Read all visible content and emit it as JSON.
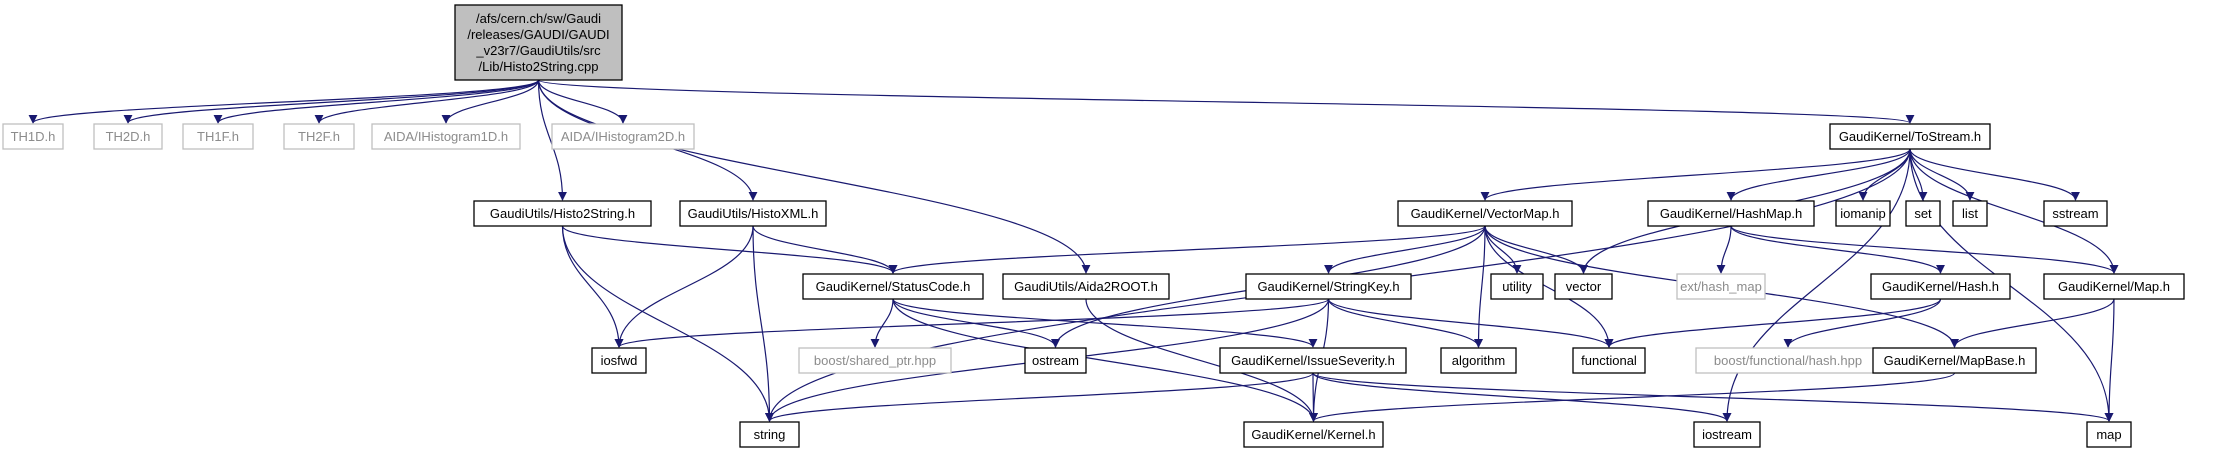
{
  "colors": {
    "edge": "#191970",
    "node_border": "#000000",
    "external_border": "#bfbfbf",
    "external_text": "#8c8c8c",
    "root_fill": "#bfbfbf",
    "text": "#000000"
  },
  "nodes": [
    {
      "id": "root",
      "lines": [
        "/afs/cern.ch/sw/Gaudi",
        "/releases/GAUDI/GAUDI",
        "_v23r7/GaudiUtils/src",
        "/Lib/Histo2String.cpp"
      ],
      "style": "root"
    },
    {
      "id": "th1d",
      "lines": [
        "TH1D.h"
      ],
      "style": "external"
    },
    {
      "id": "th2d",
      "lines": [
        "TH2D.h"
      ],
      "style": "external"
    },
    {
      "id": "th1f",
      "lines": [
        "TH1F.h"
      ],
      "style": "external"
    },
    {
      "id": "th2f",
      "lines": [
        "TH2F.h"
      ],
      "style": "external"
    },
    {
      "id": "aida1d",
      "lines": [
        "AIDA/IHistogram1D.h"
      ],
      "style": "external"
    },
    {
      "id": "aida2d",
      "lines": [
        "AIDA/IHistogram2D.h"
      ],
      "style": "external"
    },
    {
      "id": "tostream",
      "lines": [
        "GaudiKernel/ToStream.h"
      ],
      "style": "normal"
    },
    {
      "id": "histo2string",
      "lines": [
        "GaudiUtils/Histo2String.h"
      ],
      "style": "normal"
    },
    {
      "id": "histoxml",
      "lines": [
        "GaudiUtils/HistoXML.h"
      ],
      "style": "normal"
    },
    {
      "id": "vectormap",
      "lines": [
        "GaudiKernel/VectorMap.h"
      ],
      "style": "normal"
    },
    {
      "id": "hashmap",
      "lines": [
        "GaudiKernel/HashMap.h"
      ],
      "style": "normal"
    },
    {
      "id": "iomanip",
      "lines": [
        "iomanip"
      ],
      "style": "normal"
    },
    {
      "id": "set",
      "lines": [
        "set"
      ],
      "style": "normal"
    },
    {
      "id": "list",
      "lines": [
        "list"
      ],
      "style": "normal"
    },
    {
      "id": "sstream",
      "lines": [
        "sstream"
      ],
      "style": "normal"
    },
    {
      "id": "statuscode",
      "lines": [
        "GaudiKernel/StatusCode.h"
      ],
      "style": "normal"
    },
    {
      "id": "aida2root",
      "lines": [
        "GaudiUtils/Aida2ROOT.h"
      ],
      "style": "normal"
    },
    {
      "id": "stringkey",
      "lines": [
        "GaudiKernel/StringKey.h"
      ],
      "style": "normal"
    },
    {
      "id": "utility",
      "lines": [
        "utility"
      ],
      "style": "normal"
    },
    {
      "id": "vector",
      "lines": [
        "vector"
      ],
      "style": "normal"
    },
    {
      "id": "exthashmap",
      "lines": [
        "ext/hash_map"
      ],
      "style": "external"
    },
    {
      "id": "hash",
      "lines": [
        "GaudiKernel/Hash.h"
      ],
      "style": "normal"
    },
    {
      "id": "map",
      "lines": [
        "GaudiKernel/Map.h"
      ],
      "style": "normal"
    },
    {
      "id": "iosfwd",
      "lines": [
        "iosfwd"
      ],
      "style": "normal"
    },
    {
      "id": "sharedptr",
      "lines": [
        "boost/shared_ptr.hpp"
      ],
      "style": "external"
    },
    {
      "id": "ostream",
      "lines": [
        "ostream"
      ],
      "style": "normal"
    },
    {
      "id": "issueseverity",
      "lines": [
        "GaudiKernel/IssueSeverity.h"
      ],
      "style": "normal"
    },
    {
      "id": "algorithm",
      "lines": [
        "algorithm"
      ],
      "style": "normal"
    },
    {
      "id": "functional",
      "lines": [
        "functional"
      ],
      "style": "normal"
    },
    {
      "id": "boosthash",
      "lines": [
        "boost/functional/hash.hpp"
      ],
      "style": "external"
    },
    {
      "id": "mapbase",
      "lines": [
        "GaudiKernel/MapBase.h"
      ],
      "style": "normal"
    },
    {
      "id": "string",
      "lines": [
        "string"
      ],
      "style": "normal"
    },
    {
      "id": "kernel",
      "lines": [
        "GaudiKernel/Kernel.h"
      ],
      "style": "normal"
    },
    {
      "id": "iostream",
      "lines": [
        "iostream"
      ],
      "style": "normal"
    },
    {
      "id": "mapstd",
      "lines": [
        "map"
      ],
      "style": "normal"
    }
  ],
  "edges": [
    [
      "root",
      "th1d"
    ],
    [
      "root",
      "th2d"
    ],
    [
      "root",
      "th1f"
    ],
    [
      "root",
      "th2f"
    ],
    [
      "root",
      "aida1d"
    ],
    [
      "root",
      "aida2d"
    ],
    [
      "root",
      "tostream"
    ],
    [
      "root",
      "histo2string"
    ],
    [
      "root",
      "histoxml"
    ],
    [
      "root",
      "aida2root"
    ],
    [
      "tostream",
      "string"
    ],
    [
      "tostream",
      "vectormap"
    ],
    [
      "tostream",
      "vector"
    ],
    [
      "tostream",
      "hashmap"
    ],
    [
      "tostream",
      "iomanip"
    ],
    [
      "tostream",
      "set"
    ],
    [
      "tostream",
      "list"
    ],
    [
      "tostream",
      "sstream"
    ],
    [
      "tostream",
      "map"
    ],
    [
      "tostream",
      "iostream"
    ],
    [
      "tostream",
      "mapstd"
    ],
    [
      "histo2string",
      "statuscode"
    ],
    [
      "histo2string",
      "iosfwd"
    ],
    [
      "histo2string",
      "string"
    ],
    [
      "histoxml",
      "statuscode"
    ],
    [
      "histoxml",
      "iosfwd"
    ],
    [
      "histoxml",
      "string"
    ],
    [
      "vectormap",
      "statuscode"
    ],
    [
      "vectormap",
      "ostream"
    ],
    [
      "vectormap",
      "stringkey"
    ],
    [
      "vectormap",
      "algorithm"
    ],
    [
      "vectormap",
      "functional"
    ],
    [
      "vectormap",
      "utility"
    ],
    [
      "vectormap",
      "vector"
    ],
    [
      "vectormap",
      "mapbase"
    ],
    [
      "hashmap",
      "exthashmap"
    ],
    [
      "hashmap",
      "hash"
    ],
    [
      "hashmap",
      "map"
    ],
    [
      "statuscode",
      "ostream"
    ],
    [
      "statuscode",
      "sharedptr"
    ],
    [
      "statuscode",
      "issueseverity"
    ],
    [
      "statuscode",
      "kernel"
    ],
    [
      "aida2root",
      "kernel"
    ],
    [
      "stringkey",
      "iosfwd"
    ],
    [
      "stringkey",
      "string"
    ],
    [
      "stringkey",
      "algorithm"
    ],
    [
      "stringkey",
      "functional"
    ],
    [
      "stringkey",
      "kernel"
    ],
    [
      "hash",
      "functional"
    ],
    [
      "hash",
      "boosthash"
    ],
    [
      "map",
      "mapbase"
    ],
    [
      "map",
      "mapstd"
    ],
    [
      "issueseverity",
      "string"
    ],
    [
      "issueseverity",
      "kernel"
    ],
    [
      "issueseverity",
      "iostream"
    ],
    [
      "issueseverity",
      "mapstd"
    ],
    [
      "mapbase",
      "kernel"
    ]
  ]
}
